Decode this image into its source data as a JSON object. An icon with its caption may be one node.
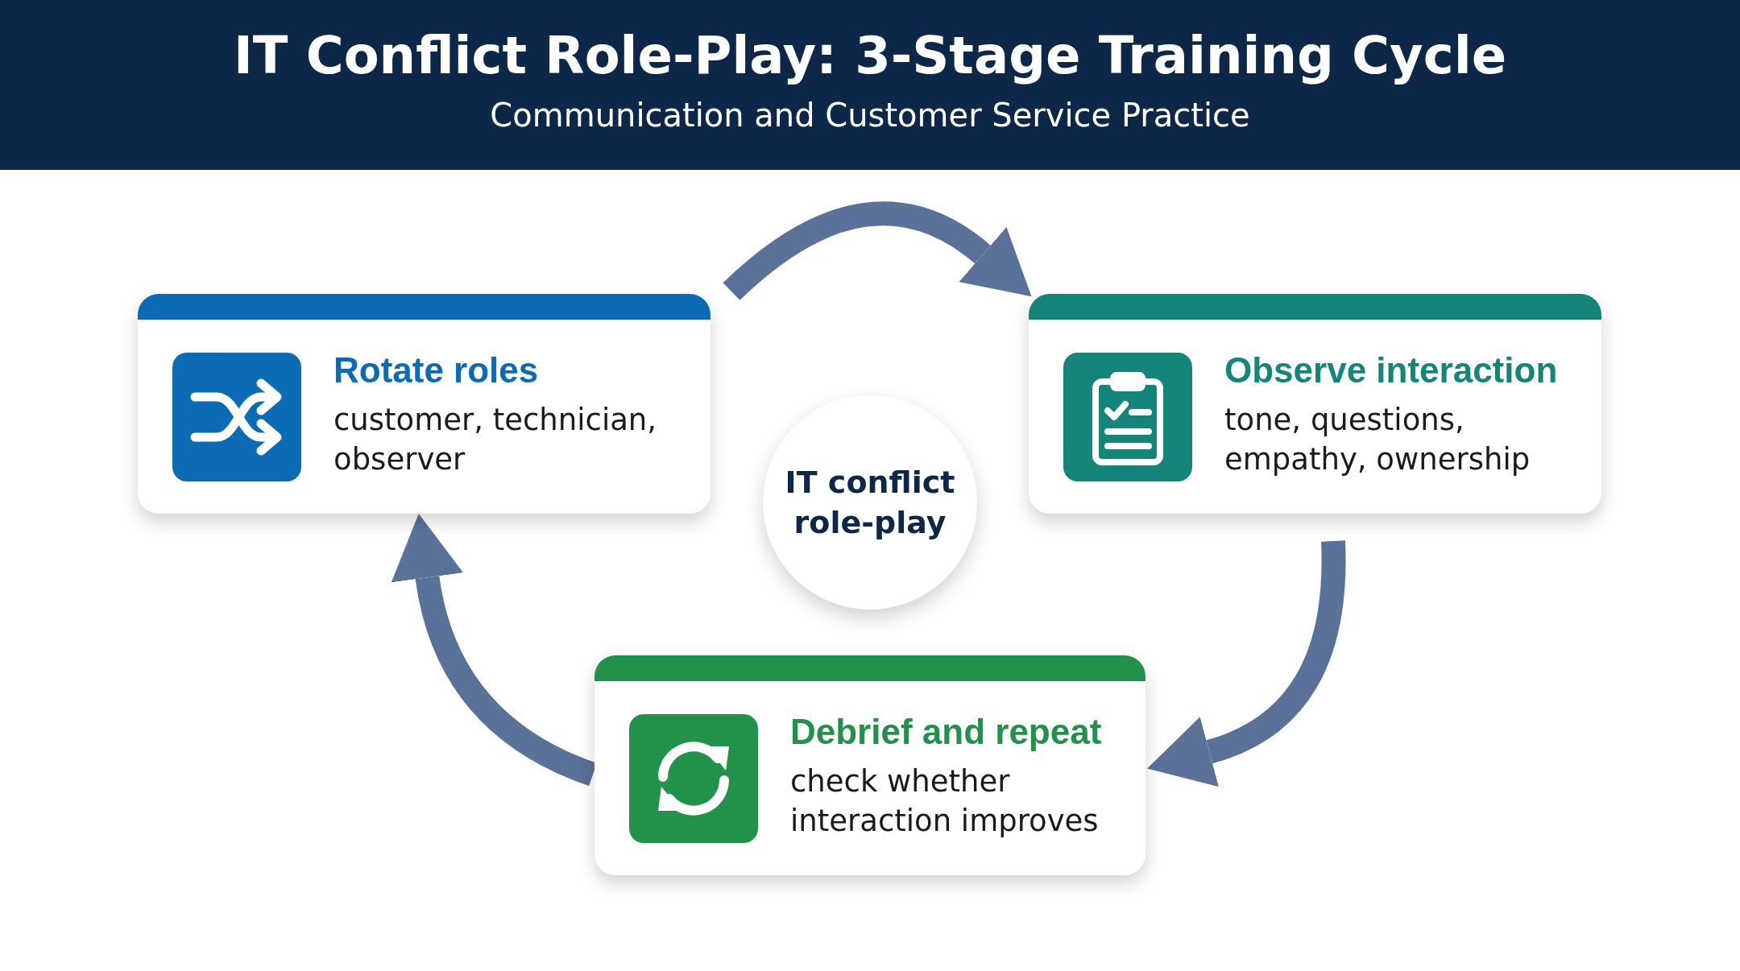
{
  "diagram": {
    "title": "IT Conflict Role-Play: 3-Stage Training Cycle",
    "caption": "Communication and Customer Service Practice",
    "nodes": [
      {
        "text": [
          "Rotate roles",
          "customer, technician, observer"
        ]
      },
      {
        "text": [
          "Observe interaction",
          "tone, questions, empathy, ownership"
        ]
      },
      {
        "text": [
          "IT conflict role-play"
        ]
      },
      {
        "text": [
          "Debrief and repeat",
          "check whether interaction improves"
        ]
      }
    ],
    "edges": [
      {
        "from": 0,
        "to": 1,
        "arrow": "to"
      },
      {
        "from": 1,
        "to": 3,
        "arrow": "to"
      },
      {
        "from": 3,
        "to": 0,
        "arrow": "to"
      }
    ]
  }
}
